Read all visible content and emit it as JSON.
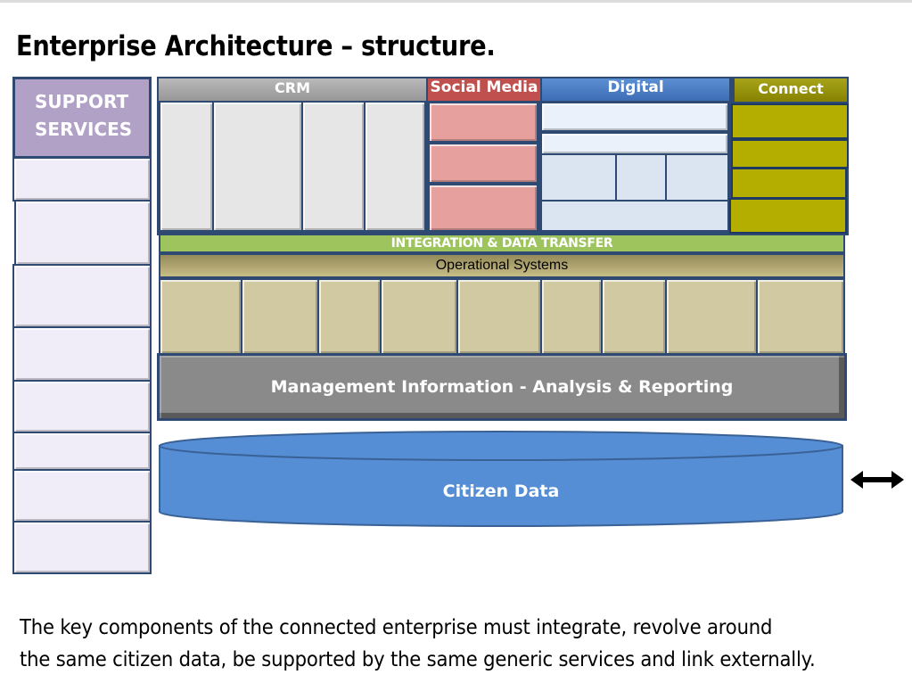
{
  "title": "Enterprise Architecture – structure.",
  "support_services": {
    "header_line1": "SUPPORT",
    "header_line2": "SERVICES",
    "box_count": 8,
    "colors": {
      "header": "#b2a1c7",
      "box": "#f0ecf8"
    }
  },
  "crm": {
    "label": "CRM",
    "box_count": 4,
    "colors": {
      "header": "#a8a8a8",
      "box": "#e6e6e6"
    }
  },
  "social_media": {
    "label": "Social Media",
    "box_count": 3,
    "colors": {
      "header": "#c0504d",
      "box": "#e6a09e"
    }
  },
  "digital": {
    "label": "Digital",
    "colors": {
      "header": "#4f81bd",
      "box": "#dbe5f1"
    }
  },
  "connect": {
    "label": "Connect",
    "box_count": 4,
    "colors": {
      "header": "#9a9600",
      "box": "#b3ae00"
    }
  },
  "integration": {
    "label": "INTEGRATION & DATA TRANSFER",
    "color": "#9ec45e"
  },
  "operational": {
    "label": "Operational Systems",
    "box_count": 9,
    "colors": {
      "bar": "#b0a46e",
      "box": "#d1c9a1"
    }
  },
  "management": {
    "label": "Management Information - Analysis & Reporting",
    "color": "#8a8a8a"
  },
  "citizen_data": {
    "label": "Citizen Data",
    "color": "#558ed5"
  },
  "external_link_icon": "left-right-arrow",
  "caption": {
    "line1": "The key components of the connected enterprise must integrate, revolve around",
    "line2": "the same citizen data, be supported by the same generic services and link externally."
  }
}
